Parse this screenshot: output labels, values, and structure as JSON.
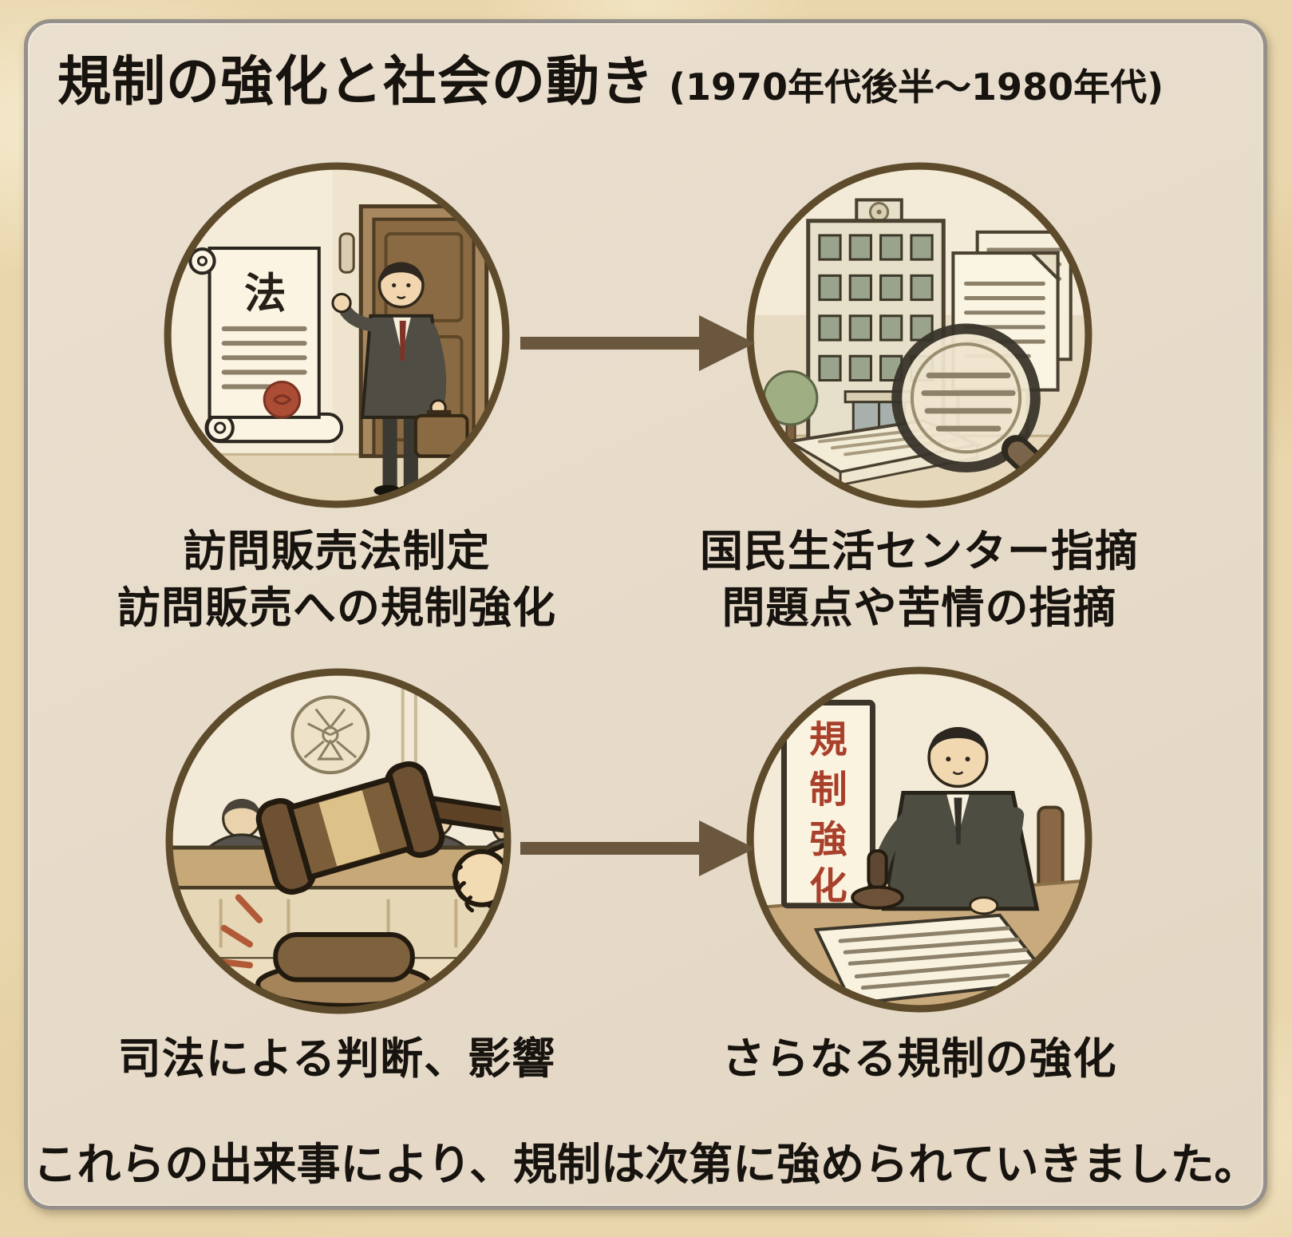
{
  "page": {
    "title": "規制の強化と社会の動き",
    "subtitle": "(1970年代後半～1980年代)",
    "footer": "これらの出来事により、規制は次第に強められていきました。"
  },
  "steps": {
    "law": {
      "caption_line1": "訪問販売法制定",
      "caption_line2": "訪問販売への規制強化",
      "scroll_label": "法"
    },
    "center": {
      "caption_line1": "国民生活センター指摘",
      "caption_line2": "問題点や苦情の指摘"
    },
    "court": {
      "caption": "司法による判断、影響"
    },
    "regulation": {
      "caption": "さらなる規制の強化",
      "poster_chars": [
        "規",
        "制",
        "強",
        "化"
      ]
    }
  },
  "colors": {
    "outer_background": "#e9d6ac",
    "panel_background": "#e7dbca",
    "panel_border": "#95918a",
    "circle_border": "#5e4b2b",
    "circle_fill": "#f3ead7",
    "arrow": "#6a573e",
    "text": "#17130e",
    "seal_red": "#ab4c34",
    "poster_red": "#a8402c"
  }
}
